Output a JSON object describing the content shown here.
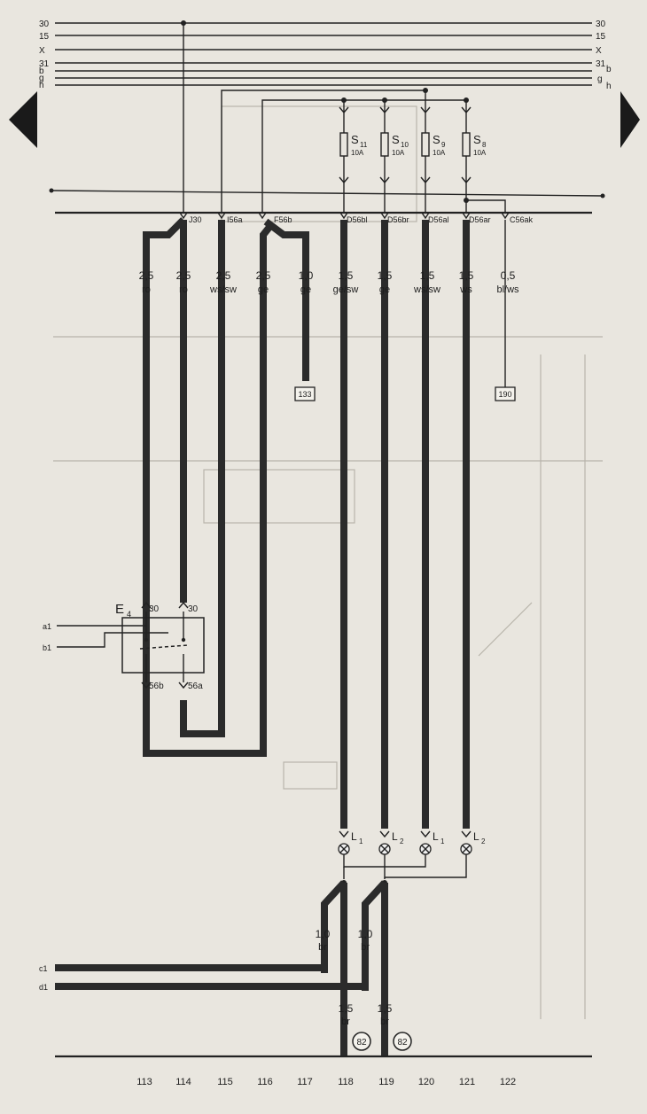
{
  "bus_lines": [
    {
      "left": "30",
      "right": "30"
    },
    {
      "left": "15",
      "right": "15"
    },
    {
      "left": "X",
      "right": "X"
    },
    {
      "left": "31",
      "right": "31"
    },
    {
      "left": "b",
      "right": "b"
    },
    {
      "left": "g",
      "right": "g"
    },
    {
      "left": "h",
      "right": "h"
    }
  ],
  "fuses": [
    {
      "name": "S",
      "sub": "11",
      "rating": "10A"
    },
    {
      "name": "S",
      "sub": "10",
      "rating": "10A"
    },
    {
      "name": "S",
      "sub": "9",
      "rating": "10A"
    },
    {
      "name": "S",
      "sub": "8",
      "rating": "10A"
    }
  ],
  "terminals": [
    "J30",
    "I56a",
    "F56b",
    "D56bl",
    "D56br",
    "D56al",
    "D56ar",
    "C56ak"
  ],
  "wires": [
    {
      "size": "2,5",
      "color": "ro"
    },
    {
      "size": "2,5",
      "color": "ro"
    },
    {
      "size": "2,5",
      "color": "ws/sw"
    },
    {
      "size": "2,5",
      "color": "ge"
    },
    {
      "size": "1,0",
      "color": "ge"
    },
    {
      "size": "1,5",
      "color": "ge/sw"
    },
    {
      "size": "1,5",
      "color": "ge"
    },
    {
      "size": "1,5",
      "color": "ws/sw"
    },
    {
      "size": "1,5",
      "color": "ws"
    },
    {
      "size": "0,5",
      "color": "bl/ws"
    }
  ],
  "refs": {
    "ref1": "133",
    "ref2": "190"
  },
  "switch": {
    "name": "E",
    "sub": "4",
    "pin_in_1": "30",
    "pin_in_2": "30",
    "pin_out_1": "56b",
    "pin_out_2": "56a"
  },
  "side_labels": {
    "a": "a1",
    "b": "b1",
    "c": "c1",
    "d": "d1"
  },
  "lamps": [
    {
      "name": "L",
      "sub": "1"
    },
    {
      "name": "L",
      "sub": "2"
    },
    {
      "name": "L",
      "sub": "1"
    },
    {
      "name": "L",
      "sub": "2"
    }
  ],
  "ground_wires": [
    {
      "size": "1,0",
      "color": "br"
    },
    {
      "size": "1,0",
      "color": "br"
    },
    {
      "size": "1,5",
      "color": "br"
    },
    {
      "size": "1,5",
      "color": "br"
    }
  ],
  "ground_points": [
    "82",
    "82"
  ],
  "columns": [
    "113",
    "114",
    "115",
    "116",
    "117",
    "118",
    "119",
    "120",
    "121",
    "122"
  ]
}
